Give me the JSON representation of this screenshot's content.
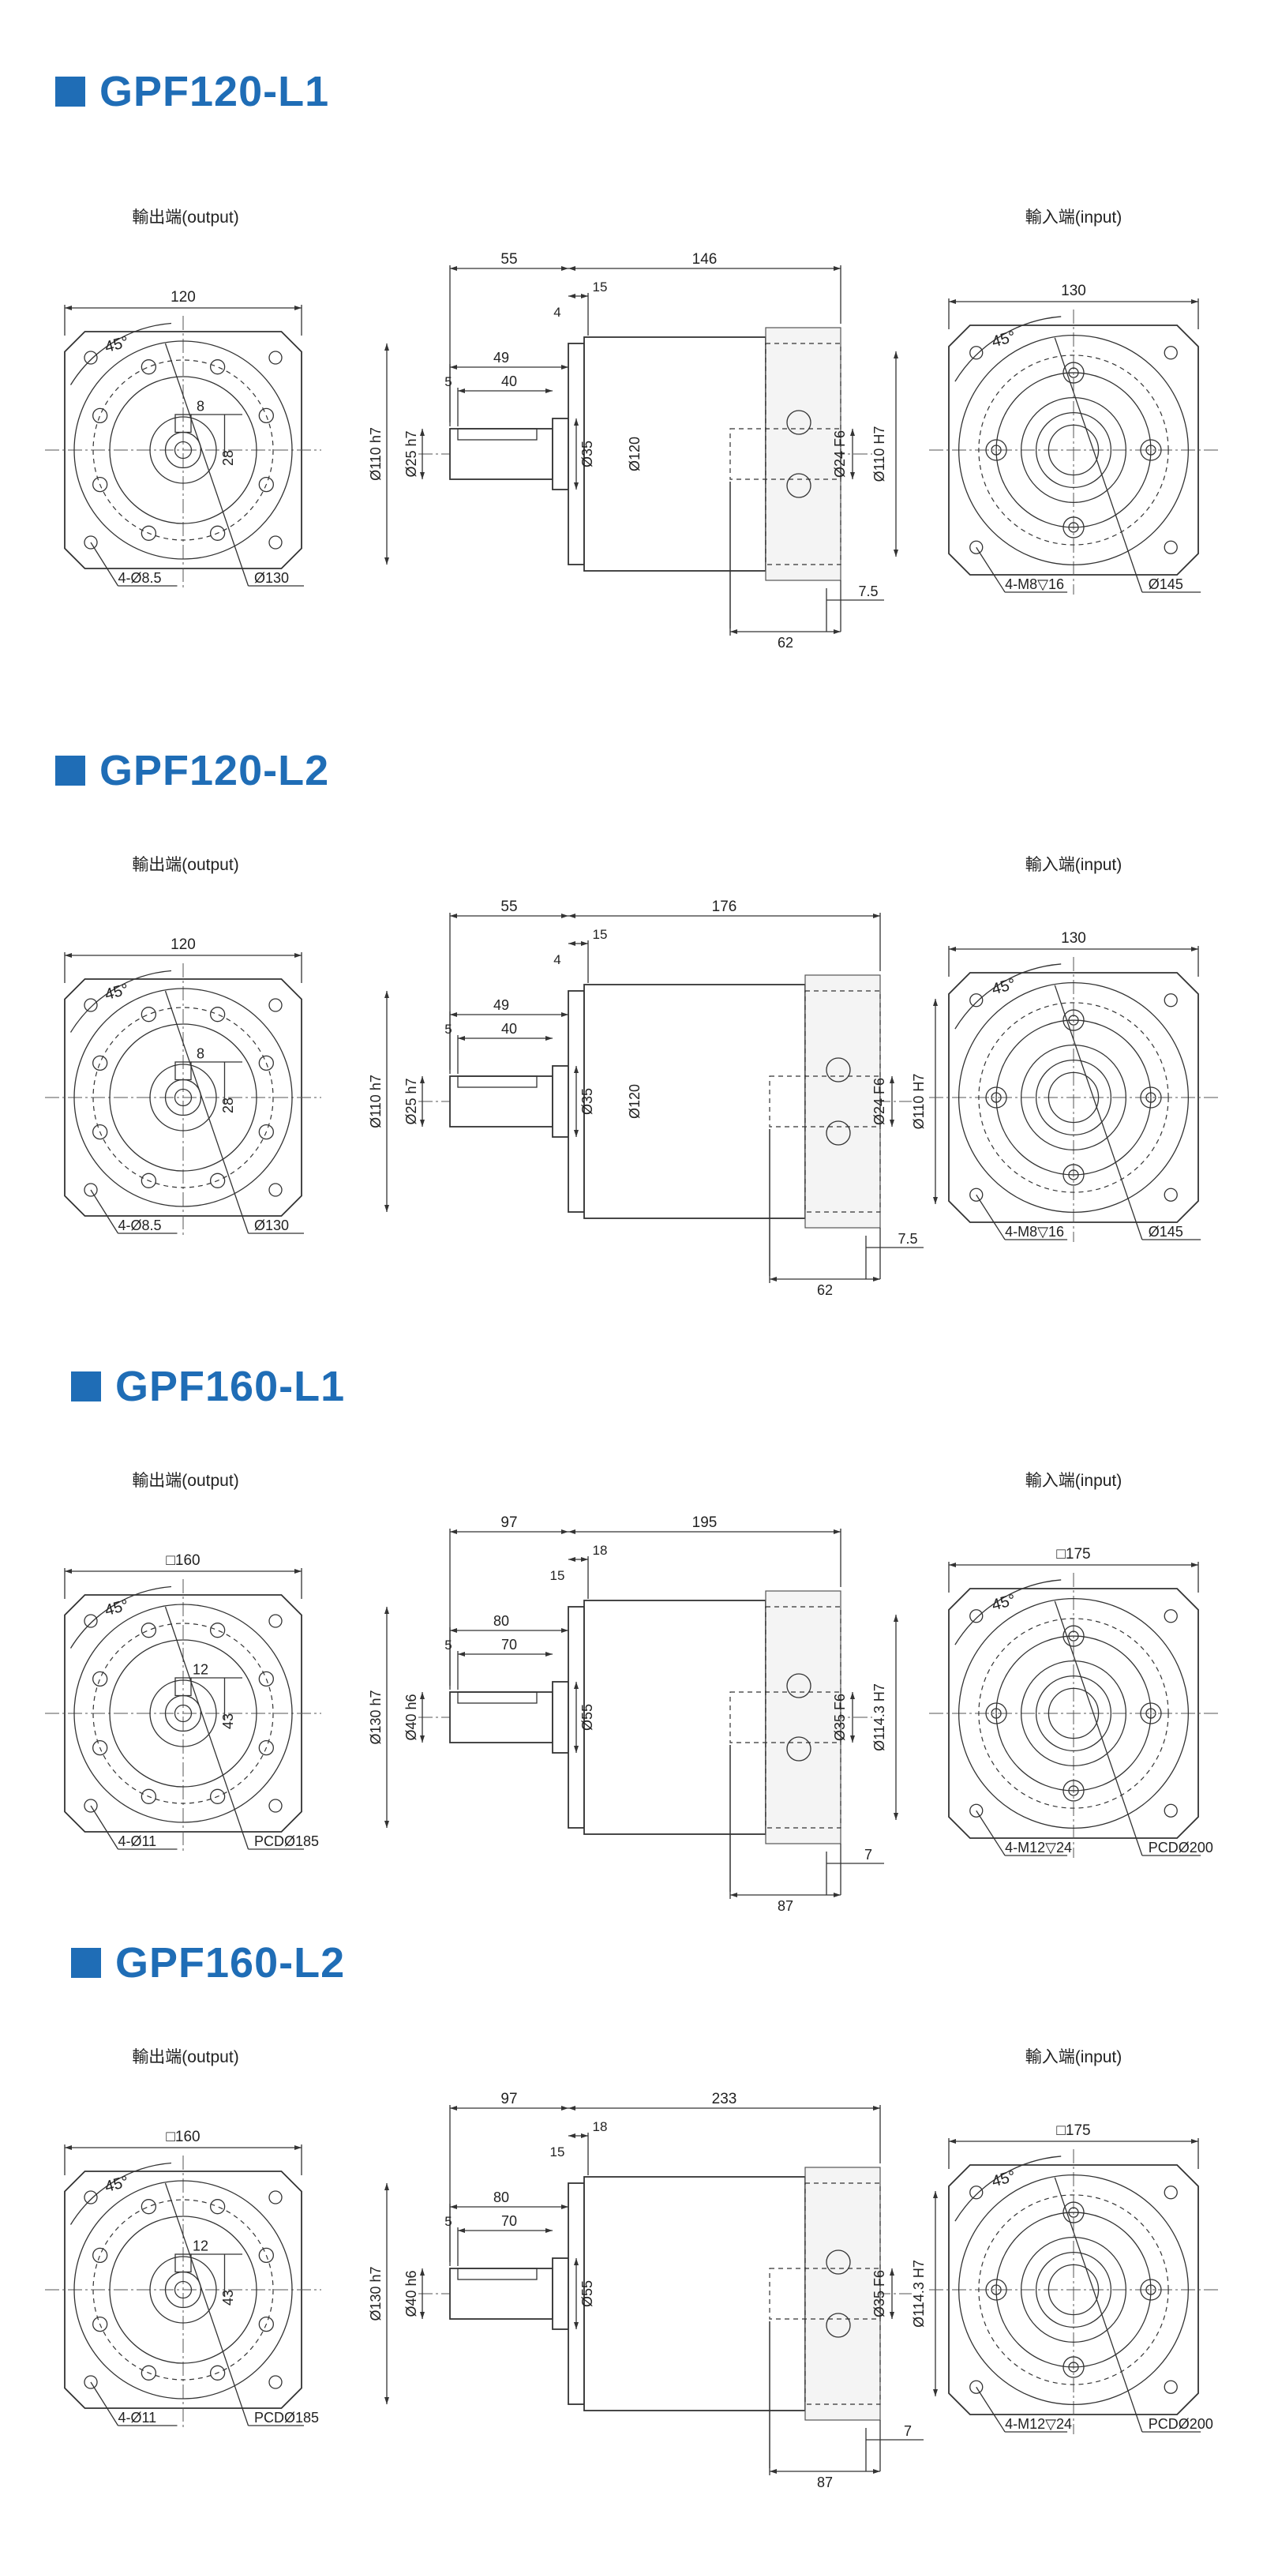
{
  "sections": [
    {
      "title": "GPF120-L1",
      "output_label": "輸出端(output)",
      "input_label": "輸入端(input)",
      "out_size": "120",
      "out_angle": "45°",
      "out_key": "8",
      "out_key_h": "28",
      "out_holes": "4-Ø8.5",
      "out_pcd": "Ø130",
      "side_a": "55",
      "side_total": "146",
      "side_c": "15",
      "side_d": "4",
      "side_e": "49",
      "side_f": "5",
      "side_g": "40",
      "side_pilot": "Ø110 h7",
      "side_shaft": "Ø25 h7",
      "side_hub": "Ø35",
      "side_body": "Ø120",
      "side_bore": "Ø24 F6",
      "side_inpilot": "Ø110 H7",
      "side_h": "7.5",
      "side_i": "62",
      "in_size": "130",
      "in_angle": "45°",
      "in_holes": "4-M8▽16",
      "in_pcd": "Ø145"
    },
    {
      "title": "GPF120-L2",
      "output_label": "輸出端(output)",
      "input_label": "輸入端(input)",
      "out_size": "120",
      "out_angle": "45°",
      "out_key": "8",
      "out_key_h": "28",
      "out_holes": "4-Ø8.5",
      "out_pcd": "Ø130",
      "side_a": "55",
      "side_total": "176",
      "side_c": "15",
      "side_d": "4",
      "side_e": "49",
      "side_f": "5",
      "side_g": "40",
      "side_pilot": "Ø110 h7",
      "side_shaft": "Ø25 h7",
      "side_hub": "Ø35",
      "side_body": "Ø120",
      "side_bore": "Ø24 F6",
      "side_inpilot": "Ø110 H7",
      "side_h": "7.5",
      "side_i": "62",
      "in_size": "130",
      "in_angle": "45°",
      "in_holes": "4-M8▽16",
      "in_pcd": "Ø145"
    },
    {
      "title": "GPF160-L1",
      "output_label": "輸出端(output)",
      "input_label": "輸入端(input)",
      "out_size": "□160",
      "out_angle": "45°",
      "out_key": "12",
      "out_key_h": "43",
      "out_holes": "4-Ø11",
      "out_pcd": "PCDØ185",
      "side_a": "97",
      "side_total": "195",
      "side_c": "18",
      "side_d": "15",
      "side_e": "80",
      "side_f": "5",
      "side_g": "70",
      "side_pilot": "Ø130 h7",
      "side_shaft": "Ø40 h6",
      "side_hub": "Ø55",
      "side_body": "",
      "side_bore": "Ø35 F6",
      "side_inpilot": "Ø114.3 H7",
      "side_h": "7",
      "side_i": "87",
      "in_size": "□175",
      "in_angle": "45°",
      "in_holes": "4-M12▽24",
      "in_pcd": "PCDØ200"
    },
    {
      "title": "GPF160-L2",
      "output_label": "輸出端(output)",
      "input_label": "輸入端(input)",
      "out_size": "□160",
      "out_angle": "45°",
      "out_key": "12",
      "out_key_h": "43",
      "out_holes": "4-Ø11",
      "out_pcd": "PCDØ185",
      "side_a": "97",
      "side_total": "233",
      "side_c": "18",
      "side_d": "15",
      "side_e": "80",
      "side_f": "5",
      "side_g": "70",
      "side_pilot": "Ø130 h7",
      "side_shaft": "Ø40 h6",
      "side_hub": "Ø55",
      "side_body": "",
      "side_bore": "Ø35 F6",
      "side_inpilot": "Ø114.3 H7",
      "side_h": "7",
      "side_i": "87",
      "in_size": "□175",
      "in_angle": "45°",
      "in_holes": "4-M12▽24",
      "in_pcd": "PCDØ200"
    }
  ]
}
